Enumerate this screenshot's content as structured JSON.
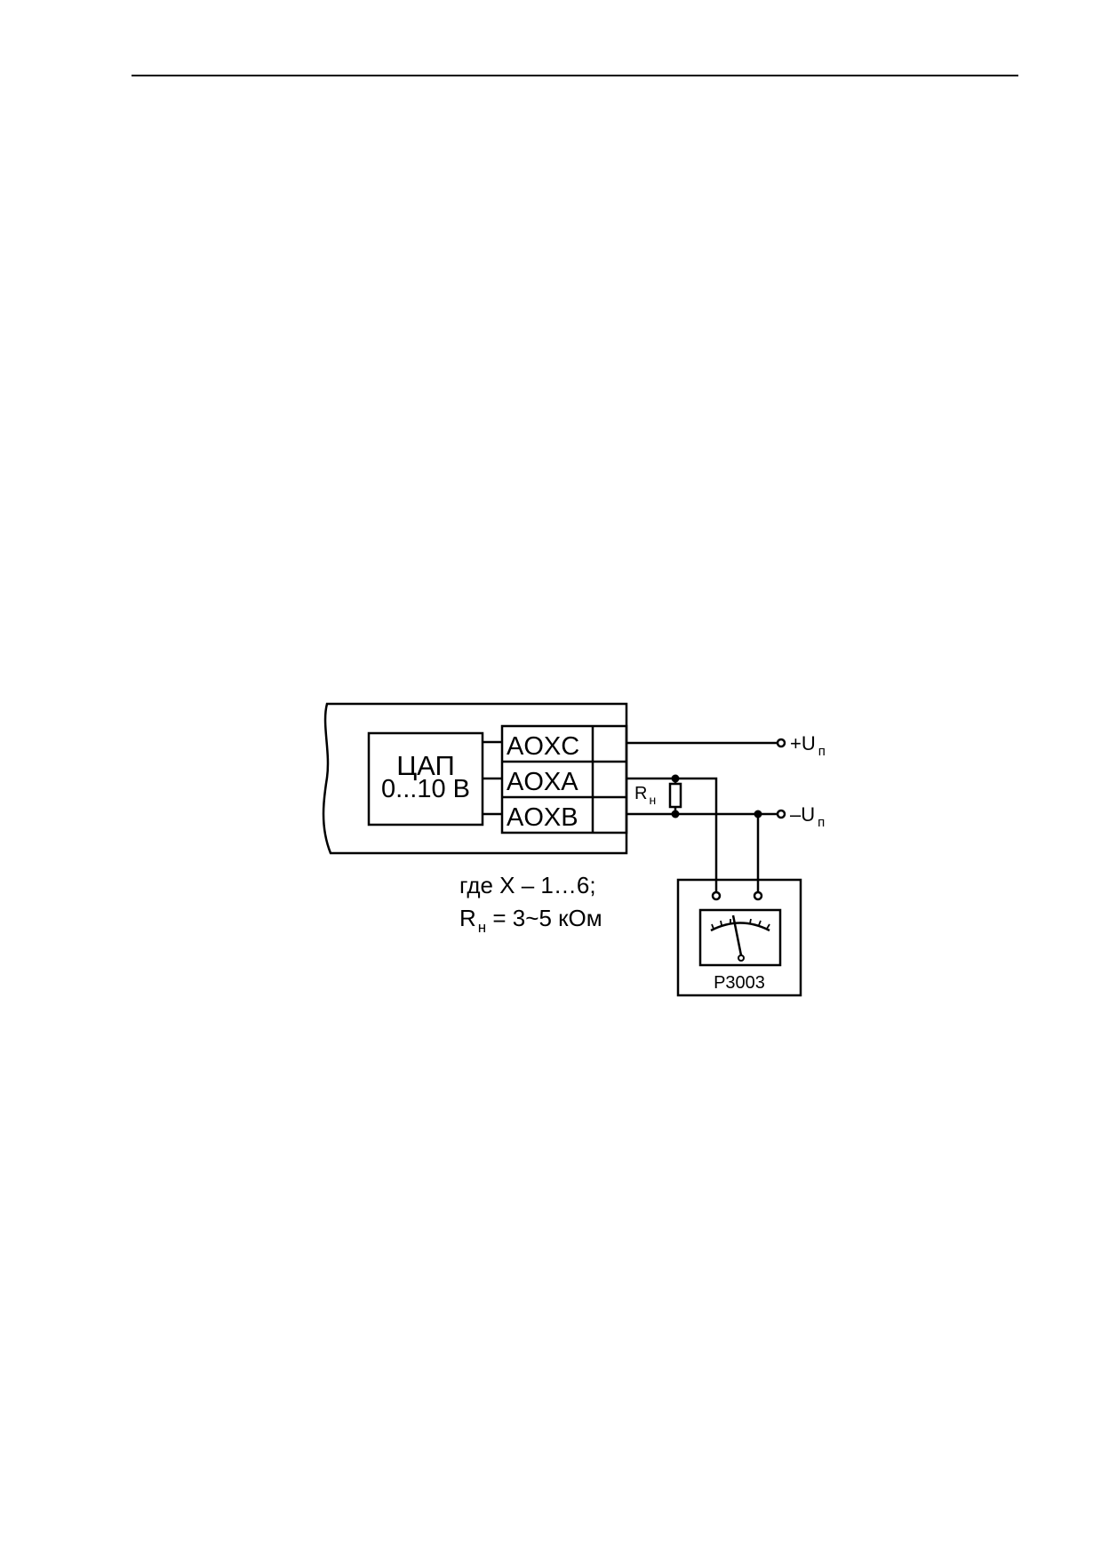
{
  "dac": {
    "label_line1": "ЦАП",
    "label_line2": "0...10 В"
  },
  "terminals": {
    "c": "AOXC",
    "a": "AOXA",
    "b": "AOXB"
  },
  "resistor": {
    "letter": "R",
    "subscript": "н"
  },
  "supply": {
    "plus_prefix": "+U",
    "minus_prefix": "–U",
    "subscript": "п"
  },
  "note": {
    "line1": "где X – 1…6;",
    "line2_letter": "R",
    "line2_subscript": "н",
    "line2_rest": " = 3~5 кОм"
  },
  "meter": {
    "label": "Р3003"
  }
}
